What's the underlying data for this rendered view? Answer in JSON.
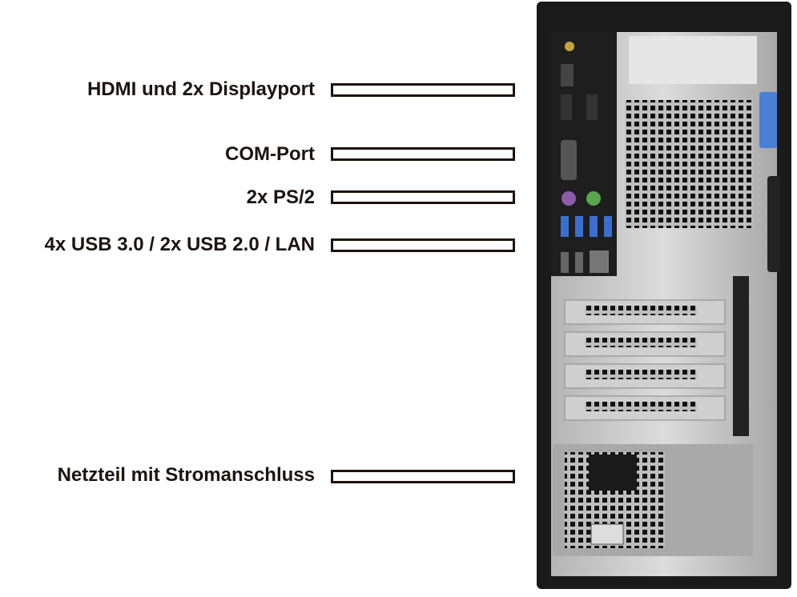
{
  "callouts": [
    {
      "label": "HDMI und 2x Displayport"
    },
    {
      "label": "COM-Port"
    },
    {
      "label": "2x PS/2"
    },
    {
      "label": "4x USB 3.0 / 2x USB 2.0 / LAN"
    },
    {
      "label": "Netzteil mit Stromanschluss"
    }
  ],
  "colors": {
    "text": "#1c140c",
    "case": "#1a1a1a",
    "panel": "#c9c9c9",
    "accent_blue": "#4a7fd6"
  }
}
